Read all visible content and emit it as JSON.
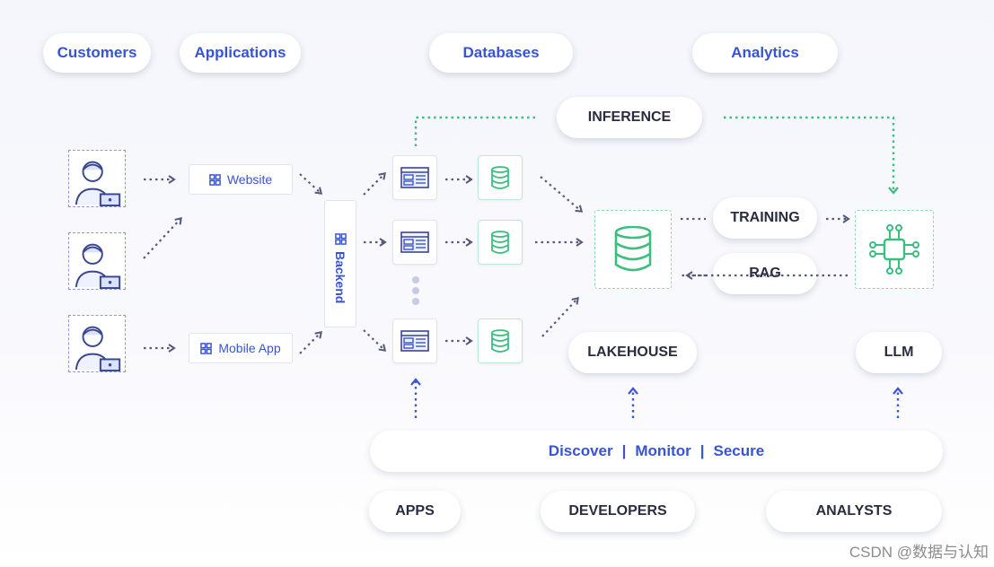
{
  "top_labels": {
    "customers": "Customers",
    "applications": "Applications",
    "databases": "Databases",
    "analytics": "Analytics"
  },
  "apps": {
    "website": "Website",
    "mobile_app": "Mobile App",
    "backend": "Backend"
  },
  "stages": {
    "inference": "INFERENCE",
    "training": "TRAINING",
    "rag": "RAG",
    "lakehouse": "LAKEHOUSE",
    "llm": "LLM"
  },
  "bottom_bar": {
    "discover": "Discover",
    "monitor": "Monitor",
    "secure": "Secure",
    "separator": "|"
  },
  "personas": {
    "apps": "APPS",
    "developers": "DEVELOPERS",
    "analysts": "ANALYSTS"
  },
  "watermark": "CSDN @数据与认知",
  "colors": {
    "accent_blue": "#3854d6",
    "green": "#3bbf7f",
    "arrow": "#55597a",
    "text_dark": "#2a2d3f"
  },
  "icons": [
    "user-icon",
    "app-grid-icon",
    "window-layout-icon",
    "database-icon",
    "chip-icon"
  ]
}
